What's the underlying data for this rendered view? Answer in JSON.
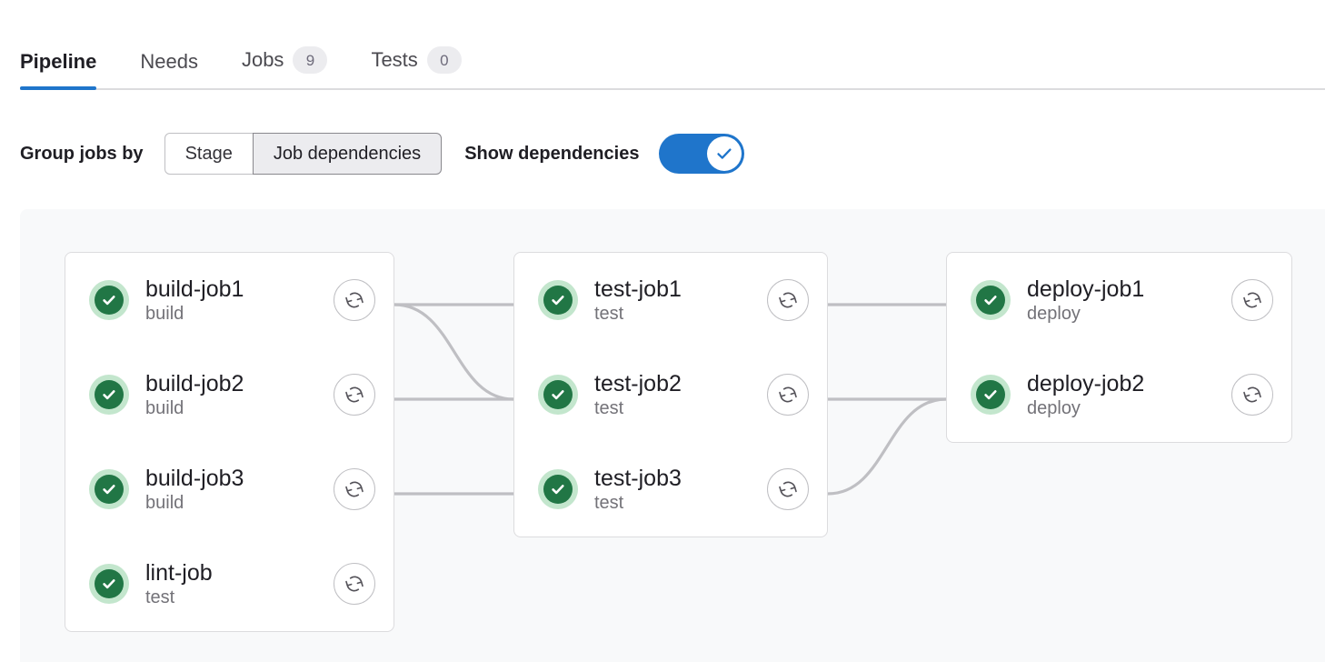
{
  "tabs": [
    {
      "label": "Pipeline",
      "badge": null,
      "active": true,
      "name": "tab-pipeline"
    },
    {
      "label": "Needs",
      "badge": null,
      "active": false,
      "name": "tab-needs"
    },
    {
      "label": "Jobs",
      "badge": "9",
      "active": false,
      "name": "tab-jobs"
    },
    {
      "label": "Tests",
      "badge": "0",
      "active": false,
      "name": "tab-tests"
    }
  ],
  "controls": {
    "group_label": "Group jobs by",
    "segments": [
      {
        "label": "Stage",
        "selected": false
      },
      {
        "label": "Job dependencies",
        "selected": true
      }
    ],
    "show_dependencies_label": "Show dependencies",
    "show_dependencies_on": true,
    "toggle_icon": "check-icon"
  },
  "colors": {
    "accent_blue": "#1f75cb",
    "success_green": "#217645",
    "success_ring": "#c3e6cd",
    "panel_bg": "#f8f9fa",
    "connector": "#bfbfc3",
    "card_border": "#dcdcde",
    "badge_bg": "#ececef"
  },
  "graph": {
    "columns": [
      {
        "name": "build-group",
        "jobs": [
          {
            "name": "build-job1",
            "stage": "build",
            "status": "success",
            "retry_icon": "retry-icon"
          },
          {
            "name": "build-job2",
            "stage": "build",
            "status": "success",
            "retry_icon": "retry-icon"
          },
          {
            "name": "build-job3",
            "stage": "build",
            "status": "success",
            "retry_icon": "retry-icon"
          },
          {
            "name": "lint-job",
            "stage": "test",
            "status": "success",
            "retry_icon": "retry-icon"
          }
        ]
      },
      {
        "name": "test-group",
        "jobs": [
          {
            "name": "test-job1",
            "stage": "test",
            "status": "success",
            "retry_icon": "retry-icon"
          },
          {
            "name": "test-job2",
            "stage": "test",
            "status": "success",
            "retry_icon": "retry-icon"
          },
          {
            "name": "test-job3",
            "stage": "test",
            "status": "success",
            "retry_icon": "retry-icon"
          }
        ]
      },
      {
        "name": "deploy-group",
        "jobs": [
          {
            "name": "deploy-job1",
            "stage": "deploy",
            "status": "success",
            "retry_icon": "retry-icon"
          },
          {
            "name": "deploy-job2",
            "stage": "deploy",
            "status": "success",
            "retry_icon": "retry-icon"
          }
        ]
      }
    ],
    "dependencies": [
      {
        "from": "build-job1",
        "to": "test-job1"
      },
      {
        "from": "build-job1",
        "to": "test-job2"
      },
      {
        "from": "build-job2",
        "to": "test-job2"
      },
      {
        "from": "build-job3",
        "to": "test-job3"
      },
      {
        "from": "test-job1",
        "to": "deploy-job1"
      },
      {
        "from": "test-job2",
        "to": "deploy-job2"
      },
      {
        "from": "test-job3",
        "to": "deploy-job2"
      }
    ]
  }
}
